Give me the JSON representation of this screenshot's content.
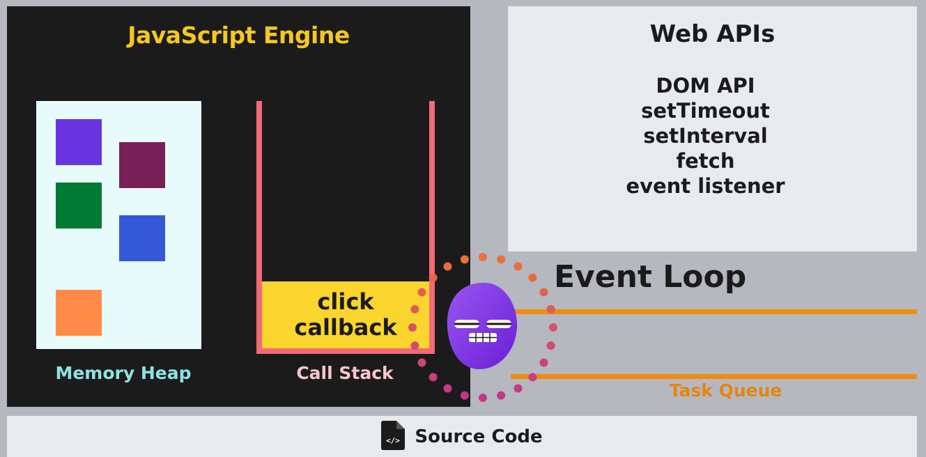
{
  "engine": {
    "title": "JavaScript Engine",
    "heap_label": "Memory Heap",
    "stack_label": "Call Stack",
    "stack_frames": [
      "click",
      "callback"
    ],
    "heap_block_colors": [
      "#6834df",
      "#7a2058",
      "#017a35",
      "#3658d8",
      "#ff8a47"
    ]
  },
  "web_apis": {
    "title": "Web APIs",
    "items": [
      "DOM API",
      "setTimeout",
      "setInterval",
      "fetch",
      "event listener"
    ]
  },
  "event_loop": {
    "label": "Event Loop",
    "mascot_icon": "purple-blob-mascot-icon"
  },
  "task_queue": {
    "label": "Task Queue"
  },
  "source": {
    "label": "Source Code",
    "icon": "code-file-icon"
  },
  "colors": {
    "engine_title": "#f5c720",
    "stack_border": "#f26a78",
    "frame_fill": "#f9d52d",
    "queue_line": "#f08c0d",
    "mascot": "#7b2fe0"
  }
}
